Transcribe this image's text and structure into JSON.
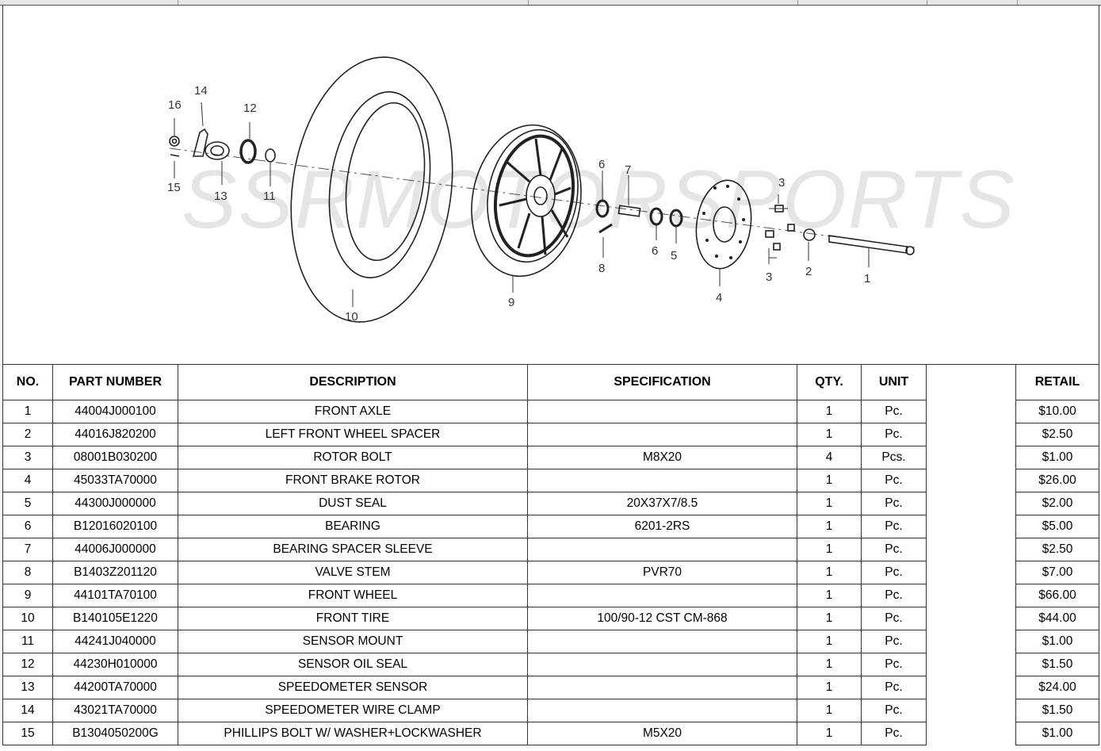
{
  "watermark": "SSRMOTORSPORTS",
  "callouts": [
    "16",
    "14",
    "12",
    "15",
    "13",
    "11",
    "10",
    "9",
    "6",
    "7",
    "8",
    "6",
    "5",
    "3",
    "4",
    "3",
    "2",
    "1"
  ],
  "table": {
    "headers": {
      "no": "NO.",
      "part": "PART NUMBER",
      "desc": "DESCRIPTION",
      "spec": "SPECIFICATION",
      "qty": "QTY.",
      "unit": "UNIT",
      "blank": "",
      "retail": "RETAIL"
    },
    "rows": [
      {
        "no": "1",
        "part": "44004J000100",
        "desc": "FRONT AXLE",
        "spec": "",
        "qty": "1",
        "unit": "Pc.",
        "retail": "$10.00"
      },
      {
        "no": "2",
        "part": "44016J820200",
        "desc": "LEFT FRONT WHEEL SPACER",
        "spec": "",
        "qty": "1",
        "unit": "Pc.",
        "retail": "$2.50"
      },
      {
        "no": "3",
        "part": "08001B030200",
        "desc": "ROTOR BOLT",
        "spec": "M8X20",
        "qty": "4",
        "unit": "Pcs.",
        "retail": "$1.00"
      },
      {
        "no": "4",
        "part": "45033TA70000",
        "desc": "FRONT BRAKE ROTOR",
        "spec": "",
        "qty": "1",
        "unit": "Pc.",
        "retail": "$26.00"
      },
      {
        "no": "5",
        "part": "44300J000000",
        "desc": "DUST SEAL",
        "spec": "20X37X7/8.5",
        "qty": "1",
        "unit": "Pc.",
        "retail": "$2.00"
      },
      {
        "no": "6",
        "part": "B12016020100",
        "desc": "BEARING",
        "spec": "6201-2RS",
        "qty": "1",
        "unit": "Pc.",
        "retail": "$5.00"
      },
      {
        "no": "7",
        "part": "44006J000000",
        "desc": "BEARING SPACER SLEEVE",
        "spec": "",
        "qty": "1",
        "unit": "Pc.",
        "retail": "$2.50"
      },
      {
        "no": "8",
        "part": "B1403Z201120",
        "desc": "VALVE STEM",
        "spec": "PVR70",
        "qty": "1",
        "unit": "Pc.",
        "retail": "$7.00"
      },
      {
        "no": "9",
        "part": "44101TA70100",
        "desc": "FRONT WHEEL",
        "spec": "",
        "qty": "1",
        "unit": "Pc.",
        "retail": "$66.00"
      },
      {
        "no": "10",
        "part": "B140105E1220",
        "desc": "FRONT TIRE",
        "spec": "100/90-12 CST CM-868",
        "qty": "1",
        "unit": "Pc.",
        "retail": "$44.00"
      },
      {
        "no": "11",
        "part": "44241J040000",
        "desc": "SENSOR MOUNT",
        "spec": "",
        "qty": "1",
        "unit": "Pc.",
        "retail": "$1.00"
      },
      {
        "no": "12",
        "part": "44230H010000",
        "desc": "SENSOR OIL SEAL",
        "spec": "",
        "qty": "1",
        "unit": "Pc.",
        "retail": "$1.50"
      },
      {
        "no": "13",
        "part": "44200TA70000",
        "desc": "SPEEDOMETER SENSOR",
        "spec": "",
        "qty": "1",
        "unit": "Pc.",
        "retail": "$24.00"
      },
      {
        "no": "14",
        "part": "43021TA70000",
        "desc": "SPEEDOMETER WIRE CLAMP",
        "spec": "",
        "qty": "1",
        "unit": "Pc.",
        "retail": "$1.50"
      },
      {
        "no": "15",
        "part": "B1304050200G",
        "desc": "PHILLIPS BOLT W/ WASHER+LOCKWASHER",
        "spec": "M5X20",
        "qty": "1",
        "unit": "Pc.",
        "retail": "$1.00"
      }
    ]
  }
}
